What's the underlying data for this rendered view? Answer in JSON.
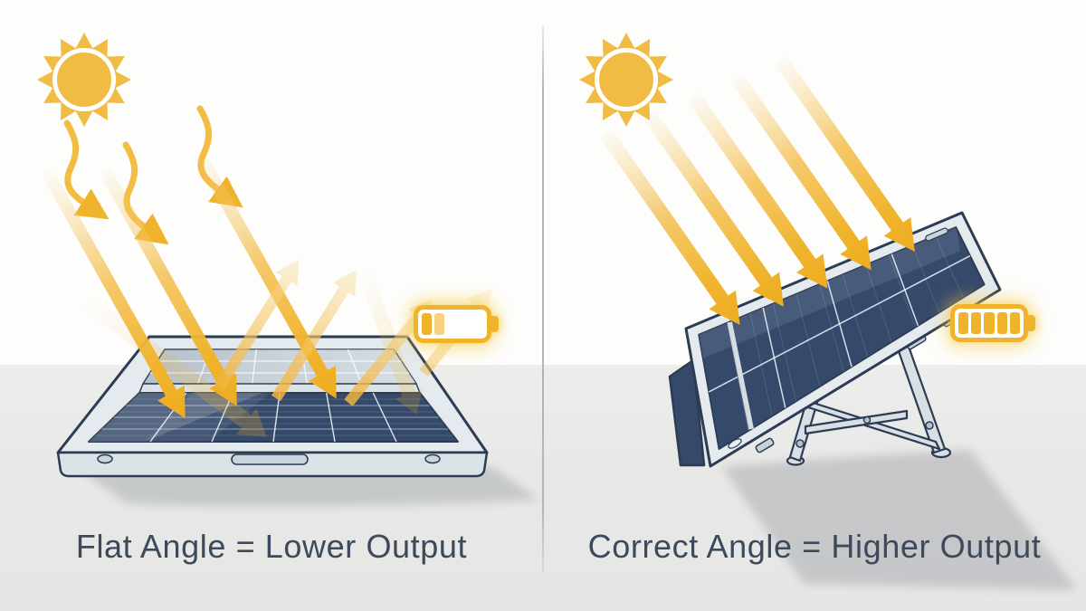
{
  "page": {
    "background": "#FDFDFC",
    "ground_color": "#E8E8E6",
    "divider_color": "#AEB6BC"
  },
  "colors": {
    "sun_gold": "#F0BC44",
    "ray_gold": "#EFAF26",
    "ray_pale_gold": "#F8DFA8",
    "panel_cell_navy": "#35496B",
    "panel_frame_gray": "#E4EAEE",
    "outline_navy": "#2C3C52",
    "caption_text": "#3D4A5C",
    "battery_gold": "#F0B42C",
    "battery_partial_gold": "#F5D27E"
  },
  "left_scene": {
    "caption": "Flat Angle = Lower Output",
    "sun_icon": "sun-icon",
    "rays": "sun rays hit flat panel and partially reflect away",
    "panel": {
      "type": "flat-solar-panel",
      "orientation": "flat on ground"
    },
    "battery": {
      "icon": "battery-low-icon",
      "state": "low",
      "segments_total": 5,
      "segments_filled": 1,
      "segments_partial": 1
    }
  },
  "right_scene": {
    "caption": "Correct Angle = Higher Output",
    "sun_icon": "sun-icon",
    "rays": "sun rays hit tilted panel directly",
    "panel": {
      "type": "tilted-solar-panel-with-kickstand",
      "orientation": "tilted toward sun"
    },
    "battery": {
      "icon": "battery-full-icon",
      "state": "full",
      "segments_total": 5,
      "segments_filled": 5,
      "segments_partial": 0
    }
  }
}
